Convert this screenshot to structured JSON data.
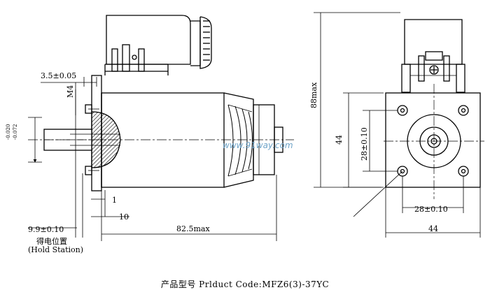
{
  "caption": "产品型号 Prlduct Code:MFZ6(3)-37YC",
  "watermark": "www.91way.com",
  "side_view": {
    "dim_top_offset": "3.5±0.05",
    "dim_thread": "M4",
    "dim_tol_upper": "-0.020",
    "dim_tol_lower": "-0.072",
    "dim_one": "1",
    "dim_ten": "10",
    "dim_hold_offset": "9.9±0.10",
    "dim_total_length": "82.5max",
    "hold_label_cn": "得电位置",
    "hold_label_en": "(Hold Station)"
  },
  "end_view": {
    "dim_height_max": "88max",
    "dim_hole_vertical": "44",
    "dim_inner_vertical": "28±0.10",
    "dim_inner_horizontal": "28±0.10",
    "dim_width": "44"
  }
}
